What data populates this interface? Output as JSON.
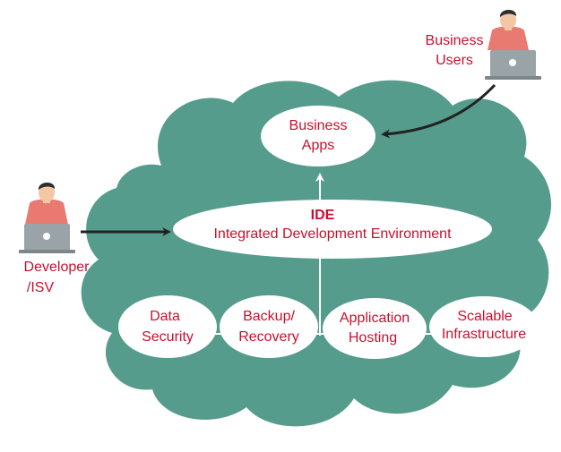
{
  "colors": {
    "cloud": "#559c8c",
    "ellipse": "#ffffff",
    "text": "#c8102e",
    "arrow": "#222222",
    "connector": "#ffffff",
    "laptop": "#9aa3a8",
    "shirt": "#e87a72",
    "skin": "#f3c6a4",
    "hair": "#2d2d2d"
  },
  "nodes": {
    "business_apps": {
      "line1": "Business",
      "line2": "Apps"
    },
    "ide": {
      "title": "IDE",
      "subtitle": "Integrated Development Environment"
    },
    "data_security": {
      "line1": "Data",
      "line2": "Security"
    },
    "backup_recovery": {
      "line1": "Backup/",
      "line2": "Recovery"
    },
    "application_hosting": {
      "line1": "Application",
      "line2": "Hosting"
    },
    "scalable_infrastructure": {
      "line1": "Scalable",
      "line2": "Infrastructure"
    }
  },
  "actors": {
    "business_users": {
      "line1": "Business",
      "line2": "Users",
      "icon": "user-with-laptop-icon"
    },
    "developer": {
      "line1": "Developer",
      "line2": "/ISV",
      "icon": "user-with-laptop-icon"
    }
  }
}
